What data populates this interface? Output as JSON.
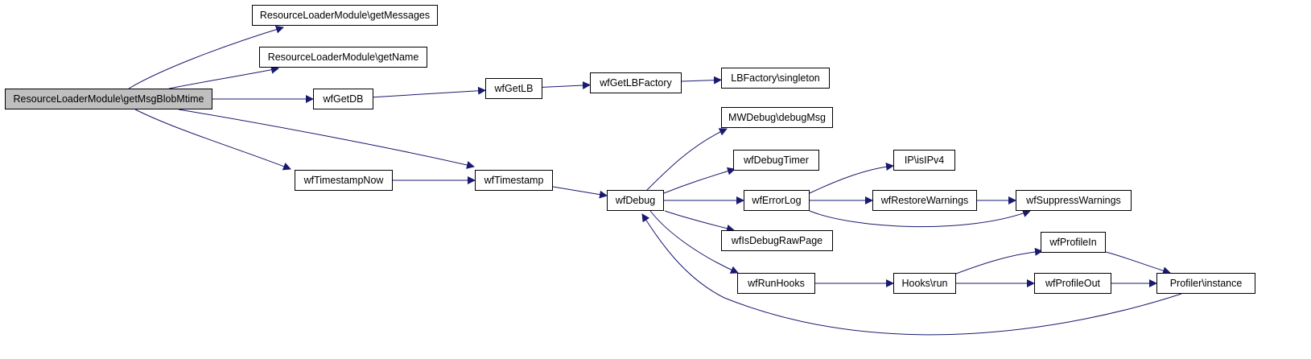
{
  "diagram": {
    "edge_color": "#191970",
    "root_fill": "#bfbfbf",
    "nodes": [
      {
        "id": "n0",
        "label": "ResourceLoaderModule\\getMsgBlobMtime",
        "root": true
      },
      {
        "id": "n1",
        "label": "ResourceLoaderModule\\getMessages"
      },
      {
        "id": "n2",
        "label": "ResourceLoaderModule\\getName"
      },
      {
        "id": "n3",
        "label": "wfGetDB"
      },
      {
        "id": "n4",
        "label": "wfGetLB"
      },
      {
        "id": "n5",
        "label": "wfGetLBFactory"
      },
      {
        "id": "n6",
        "label": "LBFactory\\singleton"
      },
      {
        "id": "n7",
        "label": "wfTimestamp"
      },
      {
        "id": "n8",
        "label": "wfDebug"
      },
      {
        "id": "n9",
        "label": "MWDebug\\debugMsg"
      },
      {
        "id": "n10",
        "label": "wfDebugTimer"
      },
      {
        "id": "n11",
        "label": "wfErrorLog"
      },
      {
        "id": "n12",
        "label": "IP\\isIPv4"
      },
      {
        "id": "n13",
        "label": "wfRestoreWarnings"
      },
      {
        "id": "n14",
        "label": "wfSuppressWarnings"
      },
      {
        "id": "n15",
        "label": "wfIsDebugRawPage"
      },
      {
        "id": "n16",
        "label": "wfRunHooks"
      },
      {
        "id": "n17",
        "label": "Hooks\\run"
      },
      {
        "id": "n18",
        "label": "wfProfileIn"
      },
      {
        "id": "n19",
        "label": "Profiler\\instance"
      },
      {
        "id": "n20",
        "label": "wfProfileOut"
      },
      {
        "id": "n21",
        "label": "wfTimestampNow"
      }
    ],
    "edges": [
      [
        "n0",
        "n1"
      ],
      [
        "n0",
        "n2"
      ],
      [
        "n0",
        "n3"
      ],
      [
        "n0",
        "n7"
      ],
      [
        "n0",
        "n21"
      ],
      [
        "n3",
        "n4"
      ],
      [
        "n4",
        "n5"
      ],
      [
        "n5",
        "n6"
      ],
      [
        "n21",
        "n7"
      ],
      [
        "n7",
        "n8"
      ],
      [
        "n8",
        "n9"
      ],
      [
        "n8",
        "n10"
      ],
      [
        "n8",
        "n11"
      ],
      [
        "n8",
        "n15"
      ],
      [
        "n8",
        "n16"
      ],
      [
        "n11",
        "n12"
      ],
      [
        "n11",
        "n13"
      ],
      [
        "n11",
        "n14"
      ],
      [
        "n13",
        "n14"
      ],
      [
        "n16",
        "n17"
      ],
      [
        "n17",
        "n18"
      ],
      [
        "n17",
        "n20"
      ],
      [
        "n18",
        "n19"
      ],
      [
        "n20",
        "n19"
      ],
      [
        "n19",
        "n8"
      ]
    ]
  }
}
